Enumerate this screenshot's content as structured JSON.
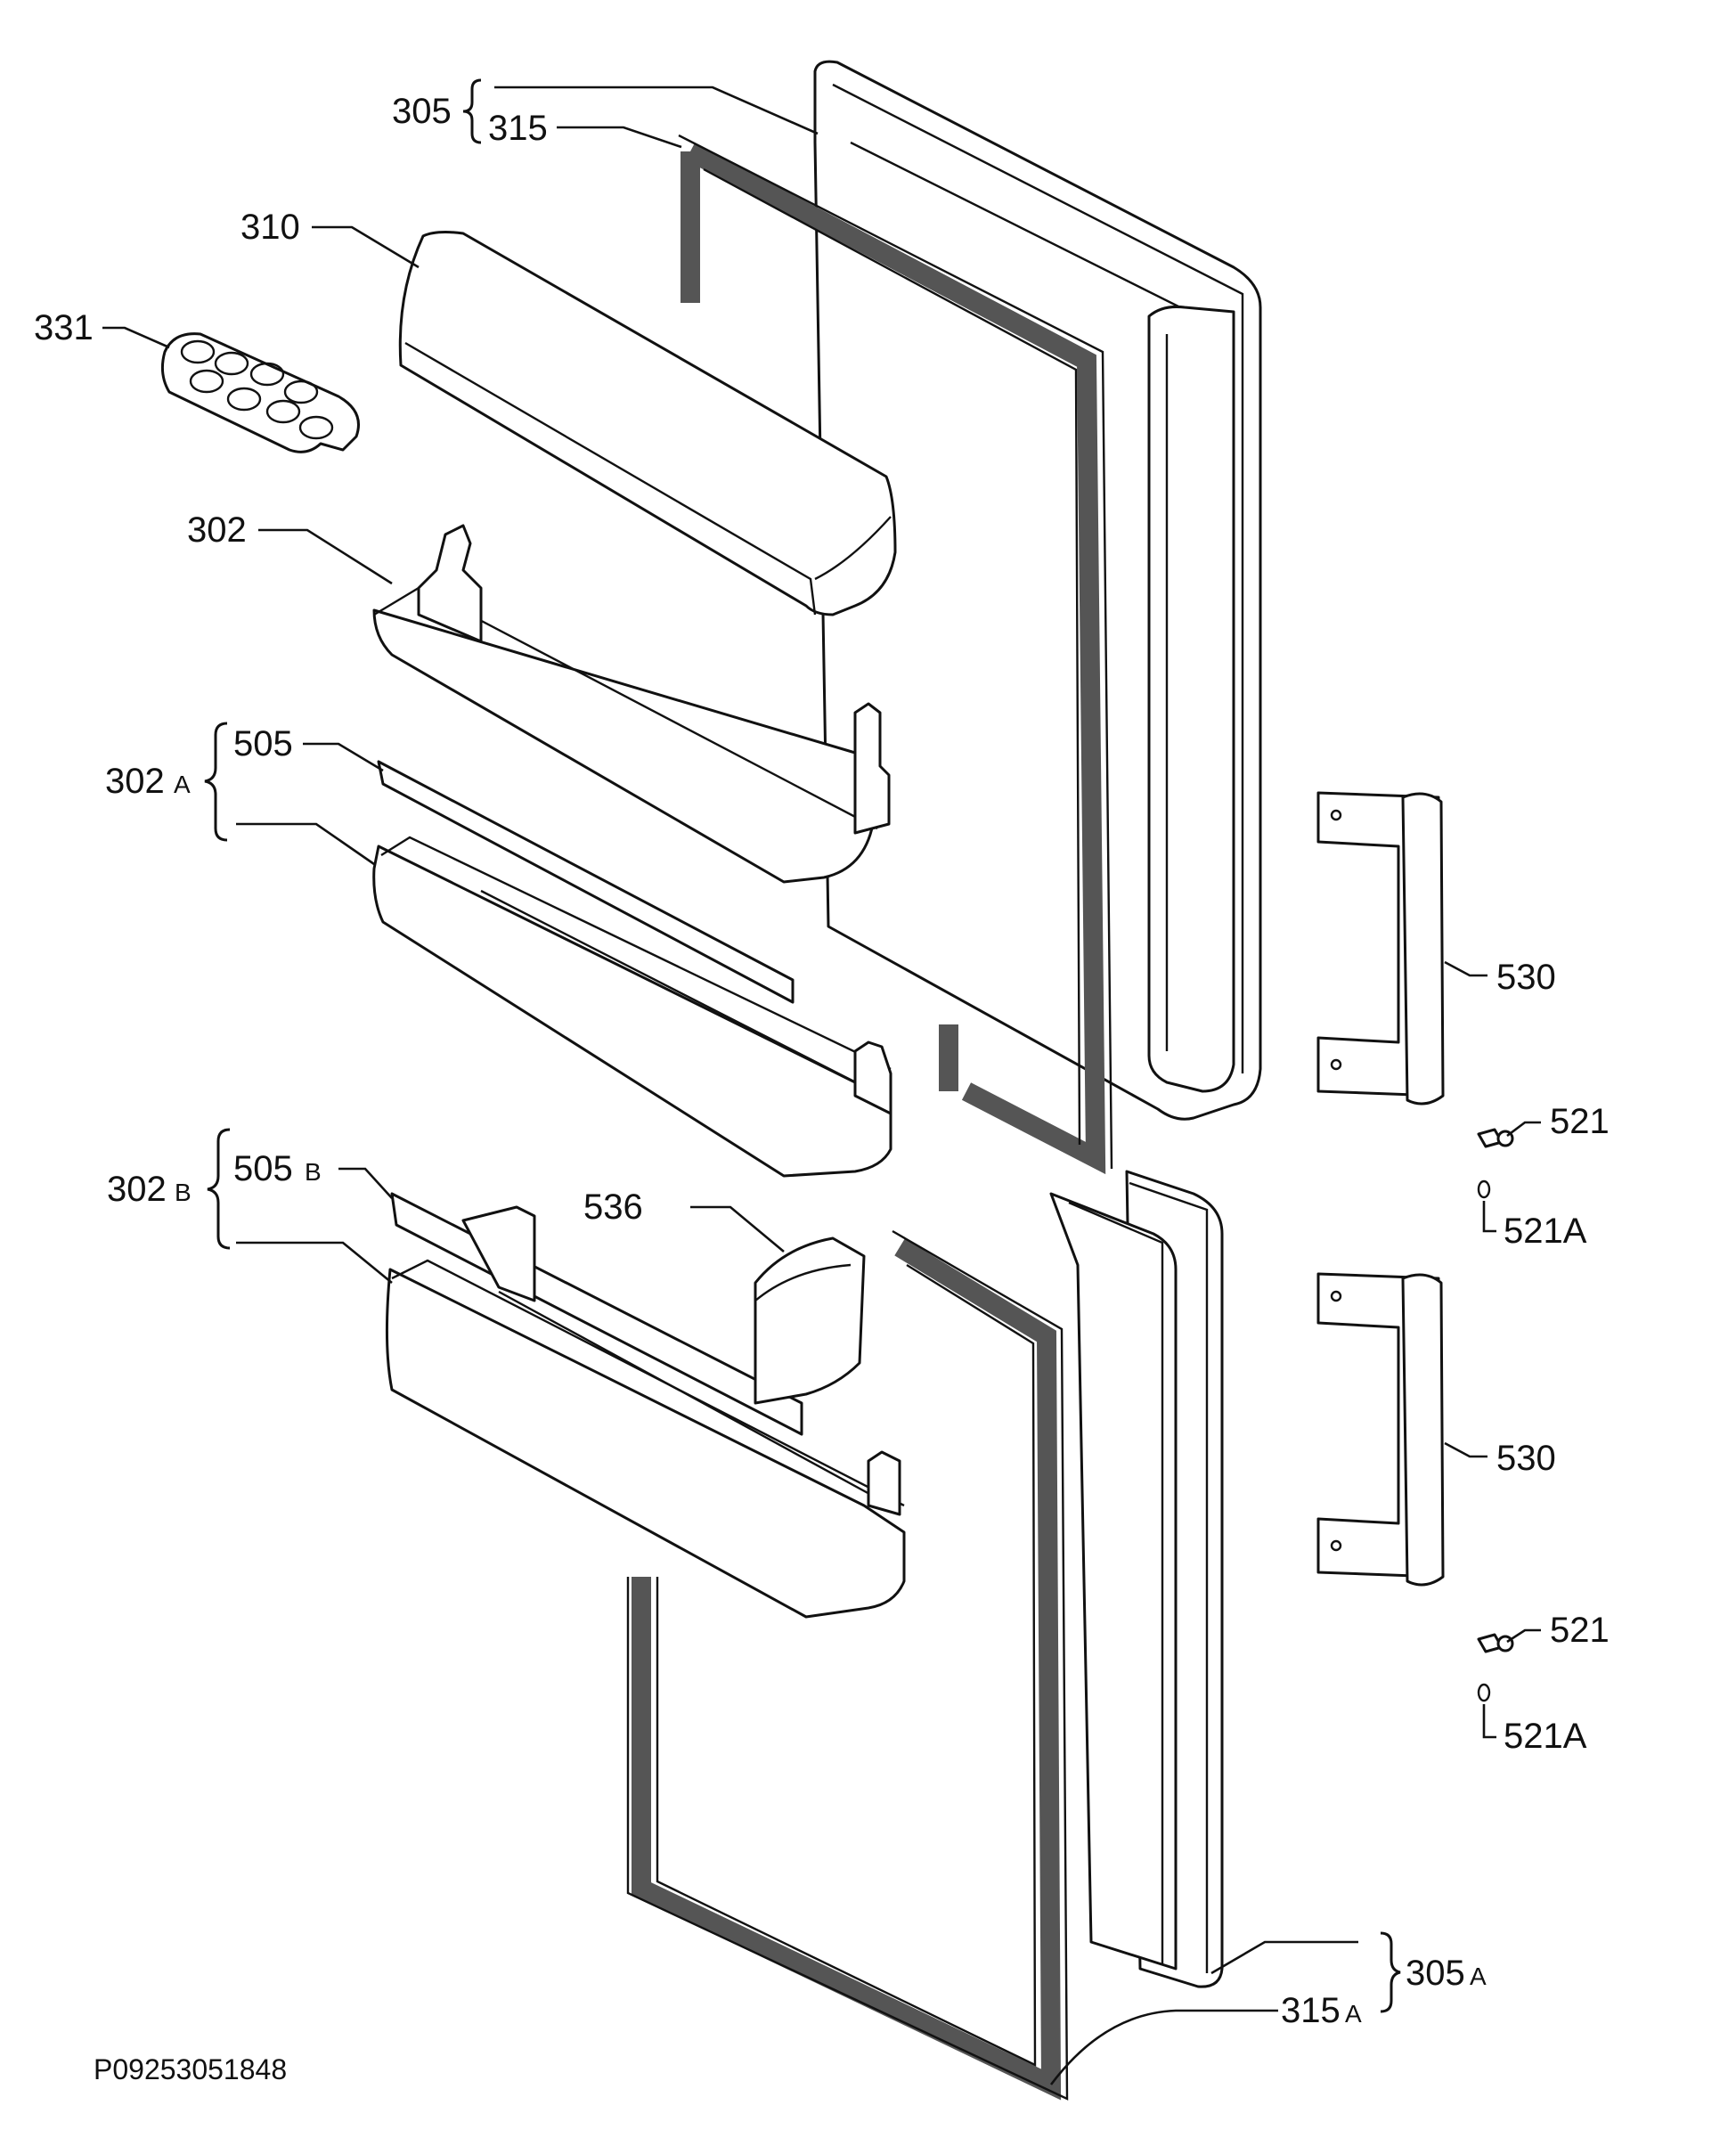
{
  "labels": {
    "l305": "305",
    "l315": "315",
    "l310": "310",
    "l331": "331",
    "l302": "302",
    "l302a_main": "302",
    "l302a_sub": "A",
    "l505": "505",
    "l530_top": "530",
    "l521_top": "521",
    "l521a_top": "521A",
    "l302b_main": "302",
    "l302b_sub": "B",
    "l505b_main": "505",
    "l505b_sub": "B",
    "l536": "536",
    "l530_bottom": "530",
    "l521_bottom": "521",
    "l521a_bottom": "521A",
    "l305a_main": "305",
    "l305a_sub": "A",
    "l315a_main": "315",
    "l315a_sub": "A"
  },
  "drawing_code": "P09253051848"
}
